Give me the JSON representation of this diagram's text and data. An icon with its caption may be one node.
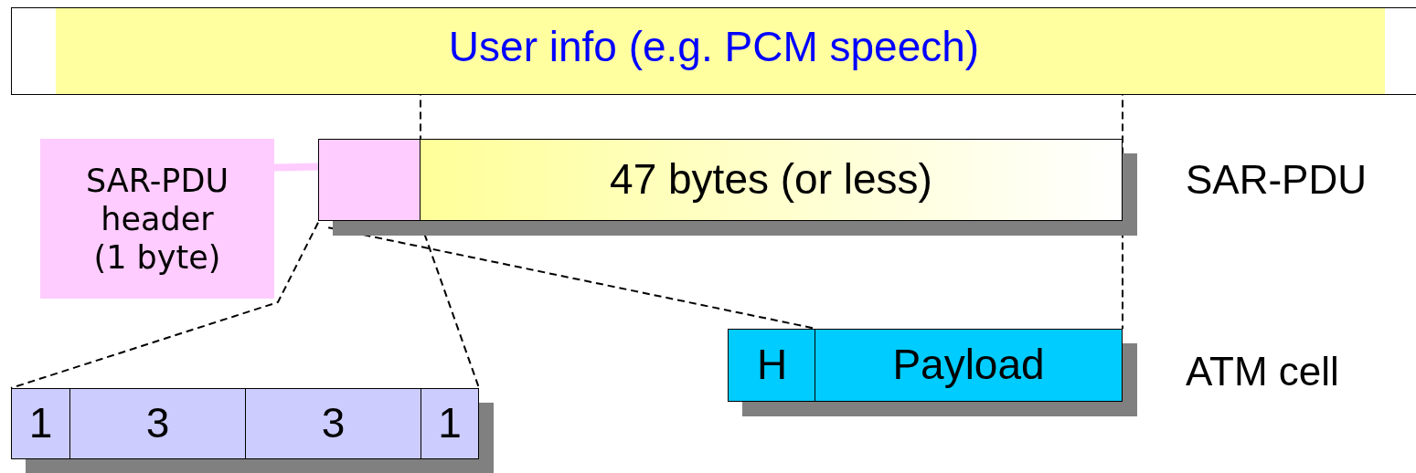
{
  "diagram": {
    "nodes": [
      {
        "text": [
          "User info (e.g. PCM speech)"
        ]
      },
      {
        "text": [
          "SAR-PDU header (1 byte)"
        ]
      },
      {
        "text": [],
        "shape": "box"
      },
      {
        "text": [
          "47 bytes (or less)"
        ]
      },
      {
        "text": [
          "H"
        ]
      },
      {
        "text": [
          "Payload"
        ]
      },
      {
        "text": [
          "1"
        ]
      },
      {
        "text": [
          "3"
        ]
      },
      {
        "text": [
          "3"
        ]
      },
      {
        "text": [
          "1"
        ]
      }
    ],
    "edges": [
      {
        "from": 1,
        "to": 2,
        "arrow": "none",
        "style": "thick",
        "color": "#ffccff"
      },
      {
        "from": 0,
        "to": 2,
        "arrow": "none",
        "style": "dashed"
      },
      {
        "from": 0,
        "to": 5,
        "arrow": "none",
        "style": "dashed"
      },
      {
        "from": 2,
        "to": 6,
        "arrow": "none",
        "style": "dashed"
      },
      {
        "from": 2,
        "to": 9,
        "arrow": "none",
        "style": "dashed"
      },
      {
        "from": 2,
        "to": 4,
        "arrow": "none",
        "style": "dashed"
      }
    ],
    "labels": [
      "SAR-PDU",
      "ATM cell"
    ]
  }
}
